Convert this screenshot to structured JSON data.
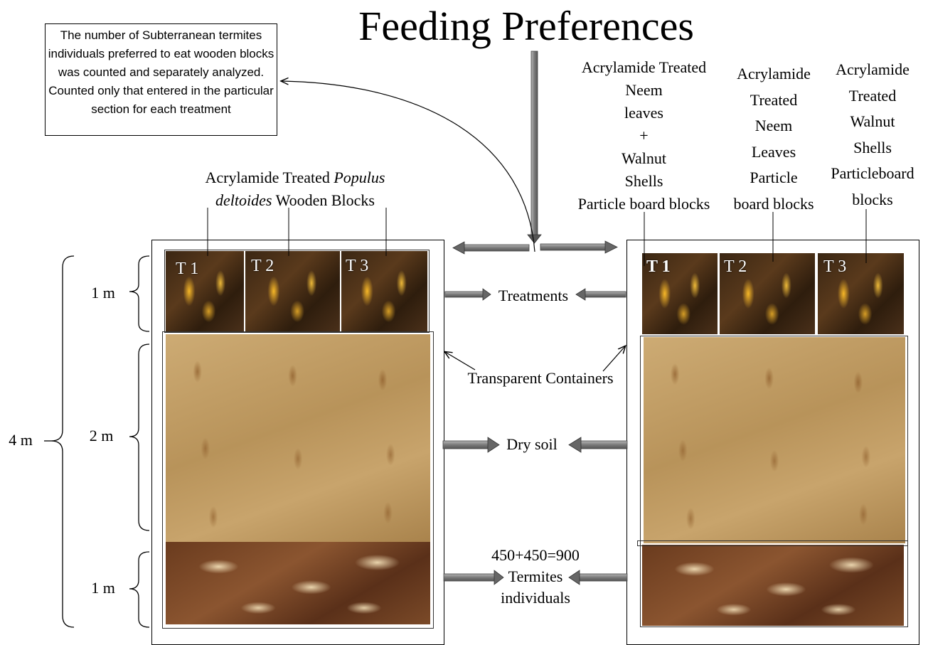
{
  "title": "Feeding Preferences",
  "note": "The number of Subterranean termites individuals preferred to eat wooden blocks was counted and separately analyzed. Counted only that entered in the particular section for each treatment",
  "left_treatment_label": {
    "line1": "Acrylamide  Treated ",
    "italic1": "Populus",
    "italic2": "deltoides",
    "line2": " Wooden  Blocks"
  },
  "right_treatment_labels": [
    [
      "Acrylamide  Treated",
      "Neem",
      "leaves",
      "+",
      "Walnut",
      "Shells",
      "Particle  board  blocks"
    ],
    [
      "Acrylamide",
      "Treated",
      "Neem",
      "Leaves",
      "Particle",
      "board  blocks"
    ],
    [
      "Acrylamide",
      "Treated",
      "Walnut",
      "Shells",
      "Particleboard",
      "blocks"
    ]
  ],
  "treatment_tags": [
    "T 1",
    "T 2",
    "T 3"
  ],
  "center_labels": {
    "treatments": "Treatments",
    "transparent_containers": "Transparent  Containers",
    "dry_soil": "Dry soil",
    "termites_count": "450+450=900",
    "termites_line2": "Termites",
    "termites_line3": "individuals"
  },
  "dimensions": {
    "top": "1 m",
    "middle": "2 m",
    "bottom": "1 m",
    "total": "4 m"
  }
}
